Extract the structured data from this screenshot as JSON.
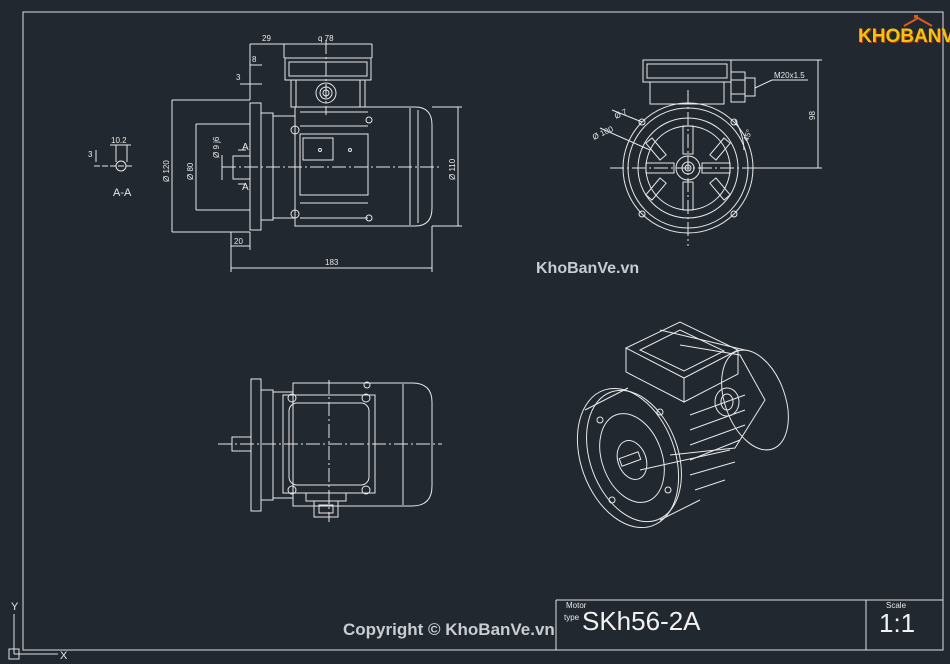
{
  "logo": {
    "text": "KHOBANVE"
  },
  "watermarks": {
    "right": "KhoBanVe.vn",
    "bottom": "Copyright © KhoBanVe.vn"
  },
  "title_block": {
    "label1": "Motor",
    "label2": "type",
    "model": "SKh56-2A",
    "scale_label": "Scale",
    "scale_value": "1:1"
  },
  "dimensions": {
    "d29": "29",
    "d78": "q 78",
    "d8": "8",
    "d3": "3",
    "d120": "Ø 120",
    "d80": "Ø 80",
    "d9": "Ø 9 j6",
    "d110": "Ø 110",
    "d20": "20",
    "d183": "183",
    "sectA1": "A",
    "sectA2": "A",
    "dim10_2": "10.2",
    "dim3b": "3",
    "section_label": "A-A",
    "d7": "Ø 7",
    "d100": "Ø 100",
    "deg45": "45°",
    "m20": "M20x1.5",
    "d98": "98"
  },
  "axes": {
    "y": "Y",
    "x": "X"
  }
}
